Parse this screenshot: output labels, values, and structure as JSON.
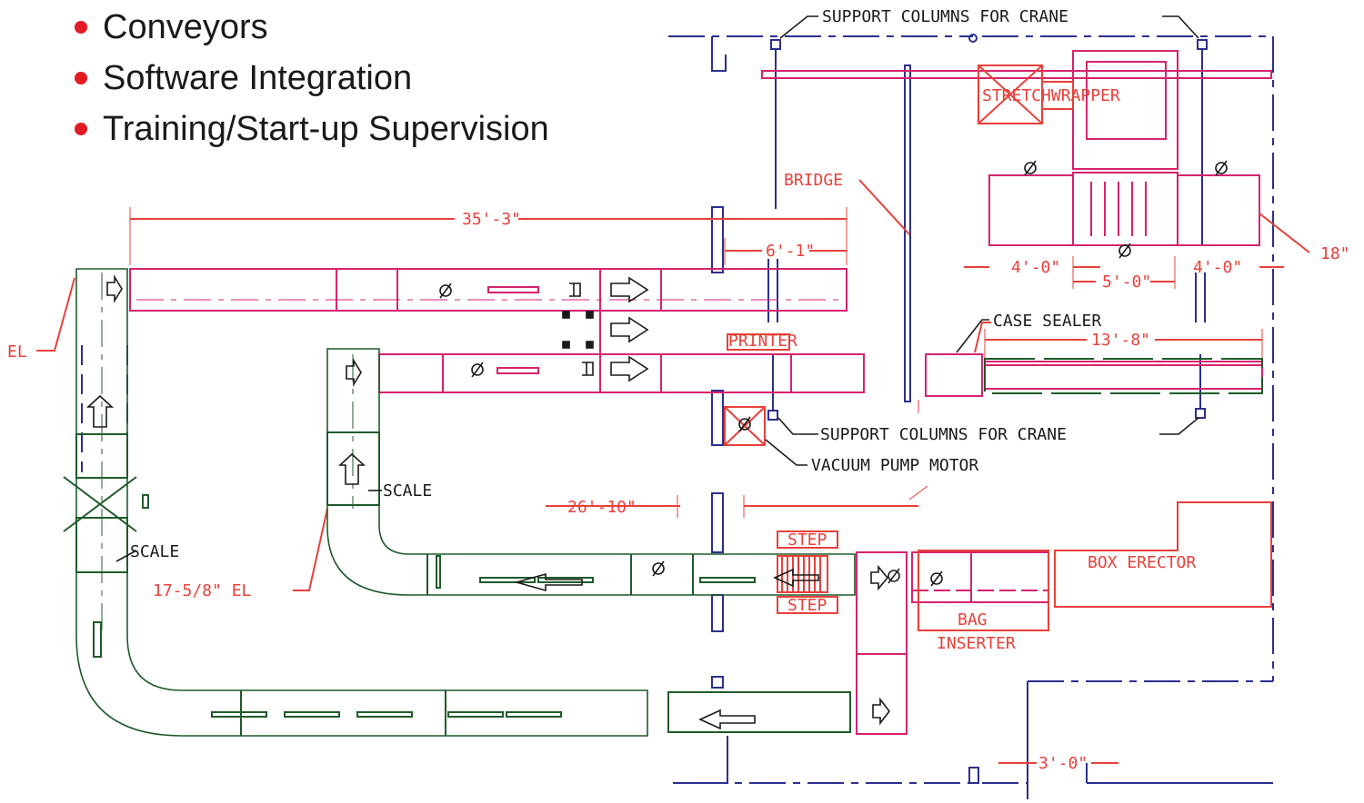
{
  "bullets": [
    "Conveyors",
    "Software Integration",
    "Training/Start-up Supervision"
  ],
  "labels": {
    "support_columns_top": "SUPPORT COLUMNS FOR CRANE",
    "support_columns_bottom": "SUPPORT COLUMNS FOR CRANE",
    "stretchwrapper": "STRETCHWRAPPER",
    "bridge": "BRIDGE",
    "el_left": "EL",
    "dim_35_3": "35'-3\"",
    "dim_6_1": "6'-1\"",
    "dim_18": "18\"",
    "dim_4_0_left": "4'-0\"",
    "dim_5_0": "5'-0\"",
    "dim_4_0_right": "4'-0\"",
    "case_sealer": "CASE SEALER",
    "dim_13_8": "13'-8\"",
    "printer": "PRINTER",
    "vacuum_pump_motor": "VACUUM PUMP MOTOR",
    "scale_upper": "SCALE",
    "scale_lower": "SCALE",
    "dim_26_10": "26'-10\"",
    "step_top": "STEP",
    "step_bottom": "STEP",
    "box_erector": "BOX ERECTOR",
    "bag": "BAG",
    "inserter": "INSERTER",
    "el_17_5_8": "17-5/8\" EL",
    "dim_3_0": "3'-0\""
  },
  "colors": {
    "bullet": "#e31b23",
    "dimension_red": "#e8403a",
    "conveyor_magenta": "#d6236f",
    "conveyor_green": "#1f5b2a",
    "building_blue": "#2b2f8f",
    "callout_black": "#1a1a1a"
  }
}
